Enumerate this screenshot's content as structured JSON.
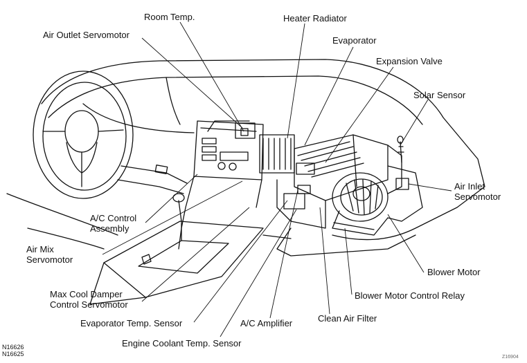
{
  "diagram": {
    "labels": {
      "room_temp": "Room Temp.",
      "heater_radiator": "Heater Radiator",
      "air_outlet_servomotor": "Air Outlet Servomotor",
      "evaporator": "Evaporator",
      "expansion_valve": "Expansion Valve",
      "solar_sensor": "Solar Sensor",
      "air_inlet_servomotor": "Air Inlet Servomotor",
      "ac_control_assembly": "A/C Control Assembly",
      "air_mix_servomotor": "Air Mix Servomotor",
      "blower_motor": "Blower Motor",
      "max_cool_damper": "Max Cool Damper Control Servomotor",
      "blower_motor_control_relay": "Blower Motor Control Relay",
      "evaporator_temp_sensor": "Evaporator Temp. Sensor",
      "ac_amplifier": "A/C Amplifier",
      "clean_air_filter": "Clean Air Filter",
      "engine_coolant_temp_sensor": "Engine Coolant Temp. Sensor"
    },
    "codes": {
      "code1": "N16626",
      "code2": "N16625",
      "corner": "Z16904"
    }
  }
}
